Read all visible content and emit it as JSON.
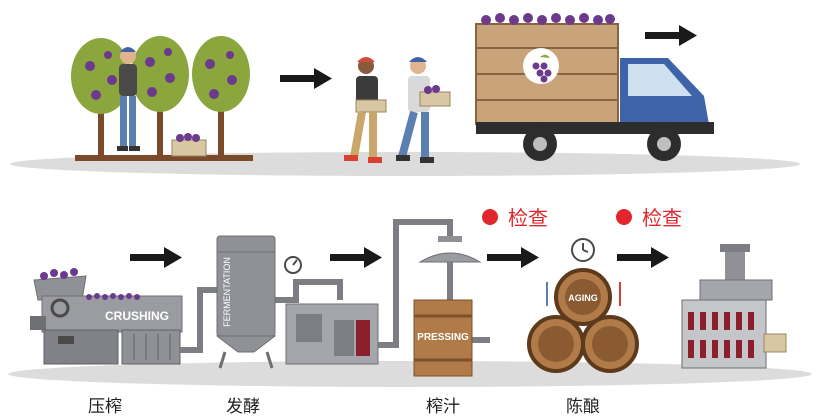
{
  "stages": {
    "crushing": {
      "caption": "压榨",
      "machine_label": "CRUSHING"
    },
    "fermentation": {
      "caption": "发酵",
      "tank_label": "FERMENTATION"
    },
    "pressing": {
      "caption": "榨汁",
      "barrel_label": "PRESSING"
    },
    "aging": {
      "caption": "陈酿",
      "barrel_label": "AGING"
    }
  },
  "checks": [
    {
      "label": "检查",
      "color": "#e0272d"
    },
    {
      "label": "检查",
      "color": "#e0272d"
    }
  ],
  "colors": {
    "ground": "#dcdcdc",
    "arrow": "#1a1a1a",
    "grape": "#6b3a8c",
    "truck": "#3f63a8",
    "wood": "#b07a49",
    "metal": "#8f9196",
    "check_red": "#e0272d"
  }
}
